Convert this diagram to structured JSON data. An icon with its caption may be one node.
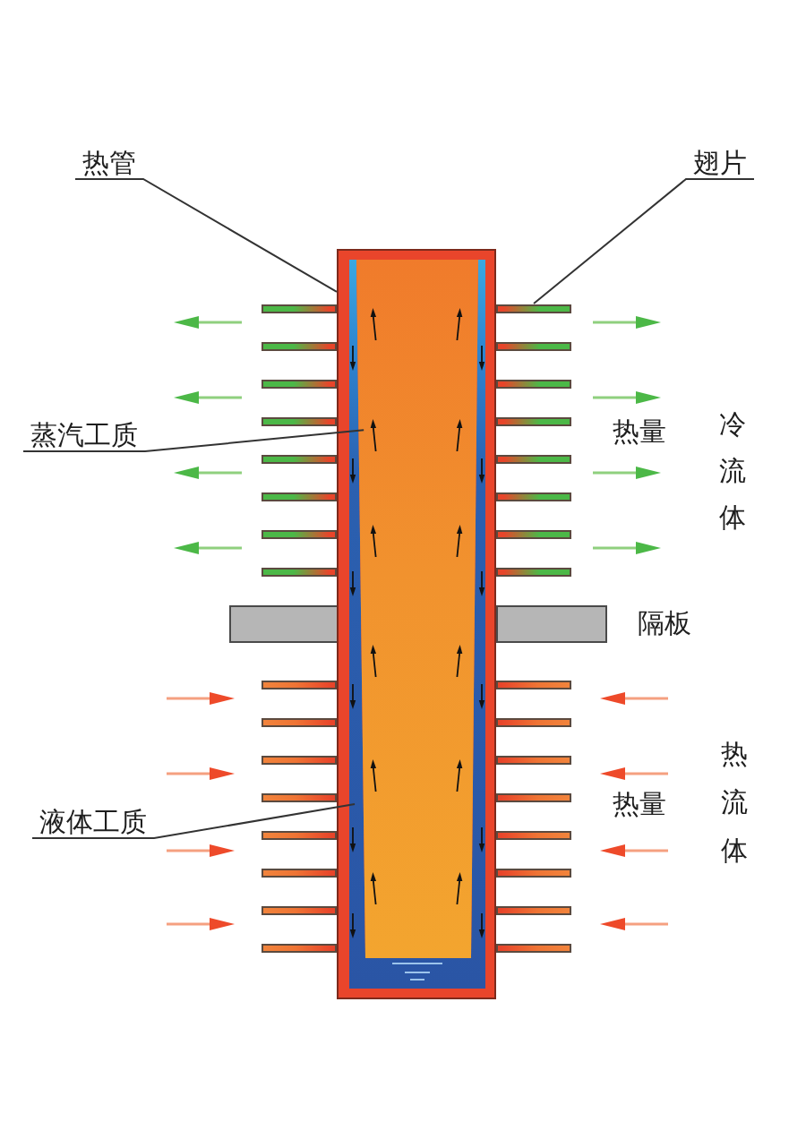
{
  "diagram": {
    "nodes": [
      {
        "text": [
          "热管"
        ]
      },
      {
        "text": [],
        "shape": "box"
      },
      {
        "text": [
          "翅片"
        ]
      },
      {
        "text": [],
        "shape": "box"
      },
      {
        "text": [
          "蒸汽工质"
        ]
      },
      {
        "text": [],
        "shape": "box",
        "in": 1
      },
      {
        "text": [],
        "shape": "box",
        "in": 5
      },
      {
        "text": [
          "液体工质"
        ]
      }
    ],
    "edges": [
      {
        "from": 0,
        "to": 1,
        "arrow": "none"
      },
      {
        "from": 2,
        "to": 3,
        "arrow": "none"
      },
      {
        "from": 4,
        "to": 6,
        "arrow": "none"
      },
      {
        "from": 7,
        "to": 5,
        "arrow": "none"
      }
    ],
    "labels": [
      "热量",
      "冷流体",
      "隔板",
      "热量",
      "热流体"
    ]
  }
}
